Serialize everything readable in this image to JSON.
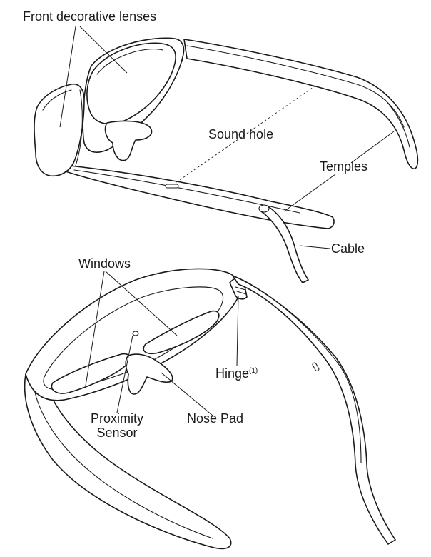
{
  "labels": {
    "front_lenses": "Front decorative lenses",
    "sound_hole": "Sound hole",
    "temples": "Temples",
    "cable": "Cable",
    "windows": "Windows",
    "hinge": "Hinge",
    "hinge_note": "(1)",
    "proximity_line1": "Proximity",
    "proximity_line2": "Sensor",
    "nose_pad": "Nose Pad"
  },
  "colors": {
    "line": "#1a1a1a",
    "background": "#ffffff"
  }
}
